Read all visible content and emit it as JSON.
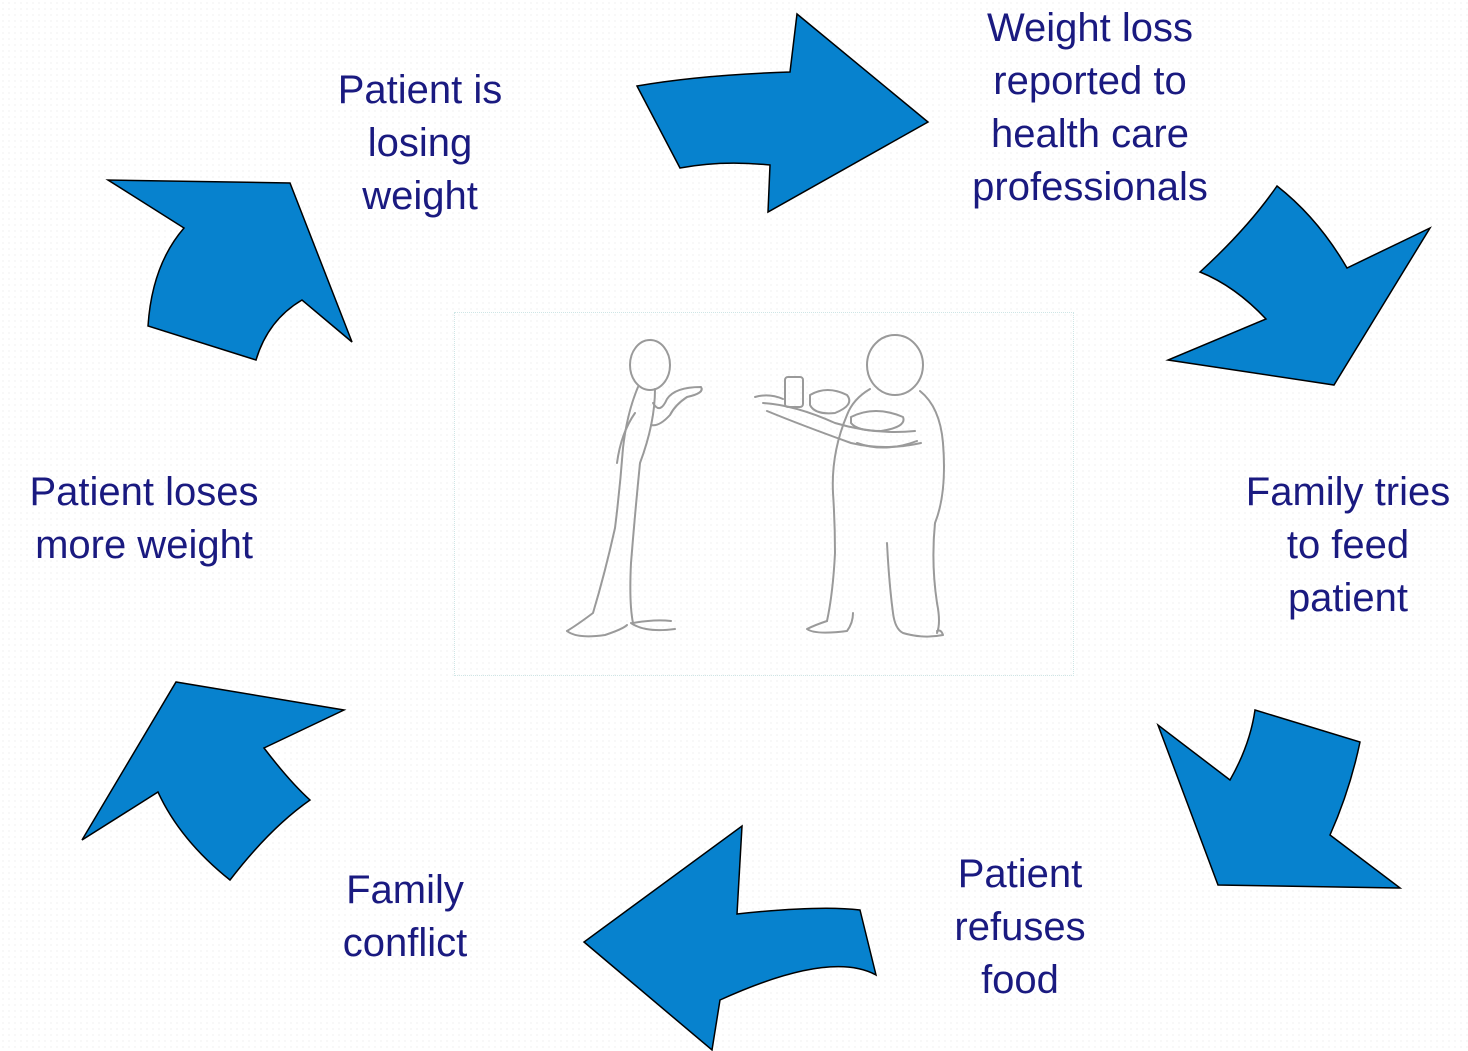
{
  "diagram": {
    "arrow_color": "#0782CE",
    "text_color": "#1A1A80",
    "arrow_icon": "curved-arrow-icon",
    "illustration_icon": "person-offering-food-illustration",
    "steps": [
      {
        "id": "losing",
        "label": "Patient is\nlosing\nweight"
      },
      {
        "id": "reported",
        "label": "Weight loss\nreported to\nhealth care\nprofessionals"
      },
      {
        "id": "feed",
        "label": "Family tries\nto feed\npatient"
      },
      {
        "id": "refuses",
        "label": "Patient\nrefuses\nfood"
      },
      {
        "id": "conflict",
        "label": "Family\nconflict"
      },
      {
        "id": "loses",
        "label": "Patient loses\nmore weight"
      }
    ]
  }
}
